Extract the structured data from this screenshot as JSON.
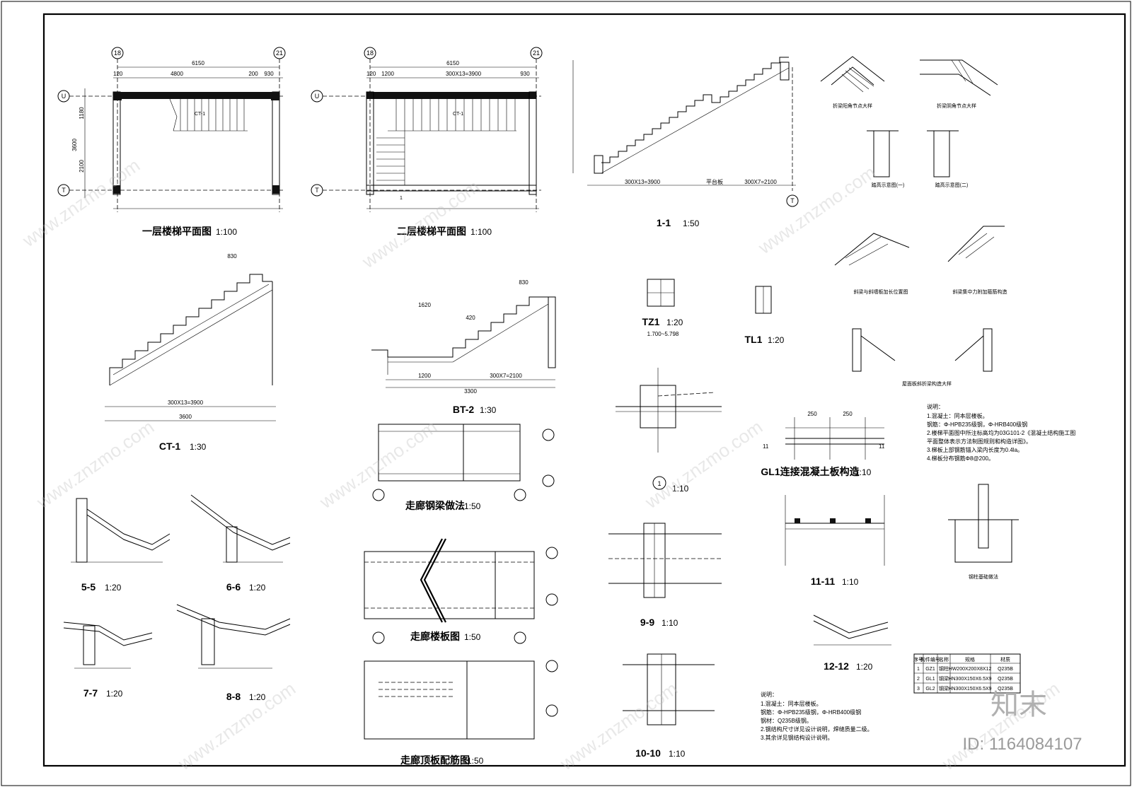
{
  "plan1": {
    "title": "一层楼梯平面图",
    "scale": "1:100",
    "axis_left": "18",
    "axis_right": "21",
    "axis_top": "U",
    "axis_bottom": "T",
    "dim_total": "6150",
    "dim_a": "120",
    "dim_b": "4800",
    "dim_c": "200",
    "dim_d": "930",
    "dim_side": "3600",
    "dim_side_a": "1180",
    "dim_side_b": "2100",
    "label": "CT-1"
  },
  "plan2": {
    "title": "二层楼梯平面图",
    "scale": "1:100",
    "axis_left": "18",
    "axis_right": "21",
    "axis_top": "U",
    "axis_bottom": "T",
    "dim_total": "6150",
    "dim_a": "120",
    "dim_b": "1200",
    "dim_c": "300X13=3900",
    "dim_d": "930",
    "label": "CT-1",
    "cut": "1"
  },
  "section11": {
    "title": "1-1",
    "scale": "1:50",
    "dim_a": "300X13=3900",
    "dim_b": "平台板",
    "dim_c": "300X7=2100",
    "axis": "T"
  },
  "ct1": {
    "title": "CT-1",
    "scale": "1:30",
    "dim_top": "830",
    "dim_bottom": "300X13=3900",
    "dim_total": "3600"
  },
  "bt2": {
    "title": "BT-2",
    "scale": "1:30",
    "dim_a": "1620",
    "dim_b": "420",
    "dim_c": "830",
    "dim_d": "1200",
    "dim_e": "300X7=2100",
    "dim_total": "3300"
  },
  "tz1": {
    "title": "TZ1",
    "scale": "1:20",
    "sub": "1.700~5.798"
  },
  "tl1": {
    "title": "TL1",
    "scale": "1:20"
  },
  "detail1": {
    "title": "1",
    "scale": "1:10"
  },
  "gl1": {
    "title": "GL1连接混凝土板构造",
    "scale": "1:10",
    "dim_a": "250",
    "dim_b": "250",
    "marker": "11"
  },
  "s1111": {
    "title": "11-11",
    "scale": "1:10"
  },
  "s1212": {
    "title": "12-12",
    "scale": "1:20"
  },
  "s99": {
    "title": "9-9",
    "scale": "1:10"
  },
  "s1010": {
    "title": "10-10",
    "scale": "1:10"
  },
  "s55": {
    "title": "5-5",
    "scale": "1:20"
  },
  "s66": {
    "title": "6-6",
    "scale": "1:20"
  },
  "s77": {
    "title": "7-7",
    "scale": "1:20"
  },
  "s88": {
    "title": "8-8",
    "scale": "1:20"
  },
  "corridor_beam": {
    "title": "走廊钢梁做法",
    "scale": "1:50"
  },
  "corridor_slab": {
    "title": "走廊楼板图",
    "scale": "1:50"
  },
  "corridor_roof": {
    "title": "走廊顶板配筋图",
    "scale": "1:50"
  },
  "details": {
    "d1": "折梁阳角节点大样",
    "d2": "折梁阴角节点大样",
    "d3": "踏高示意图(一)",
    "d4": "踏高示意图(二)",
    "d5": "斜梁与斜墙板加长位置图",
    "d6": "斜梁集中力附加箍筋构造",
    "d7": "屋面板斜折梁构造大样",
    "d8": "钢柱基础做法"
  },
  "notes1": {
    "heading": "说明：",
    "lines": [
      "1.混凝土：同本层楼板。",
      "钢筋：Φ-HPB235级钢，Φ-HRB400级钢",
      "2.楼梯平面图中所注标高均为03G101-2《混凝土结构施工图",
      "平面整体表示方法制图规则和构造详图》。",
      "3.梯板上部钢筋锚入梁内长度为0.4la。",
      "4.梯板分布钢筋Φ8@200。"
    ]
  },
  "notes2": {
    "heading": "说明：",
    "lines": [
      "1.混凝土：同本层楼板。",
      "钢筋：Φ-HPB235级钢，Φ-HRB400级钢",
      "钢材：Q235B级钢。",
      "2.钢结构尺寸详见设计说明，焊缝质量二级。",
      "3.其余详见钢结构设计说明。"
    ]
  },
  "steel_table": {
    "headers": [
      "序号",
      "构件编号",
      "名称",
      "规格",
      "材质"
    ],
    "rows": [
      [
        "1",
        "GZ1",
        "钢柱",
        "HW200X200X8X12",
        "Q235B"
      ],
      [
        "2",
        "GL1",
        "钢梁",
        "HN300X150X6.5X9",
        "Q235B"
      ],
      [
        "3",
        "GL2",
        "钢梁",
        "HN300X150X6.5X9",
        "Q235B"
      ]
    ]
  },
  "watermark": {
    "brand": "知末",
    "id": "ID: 1164084107",
    "site": "www.znzmo.com"
  }
}
